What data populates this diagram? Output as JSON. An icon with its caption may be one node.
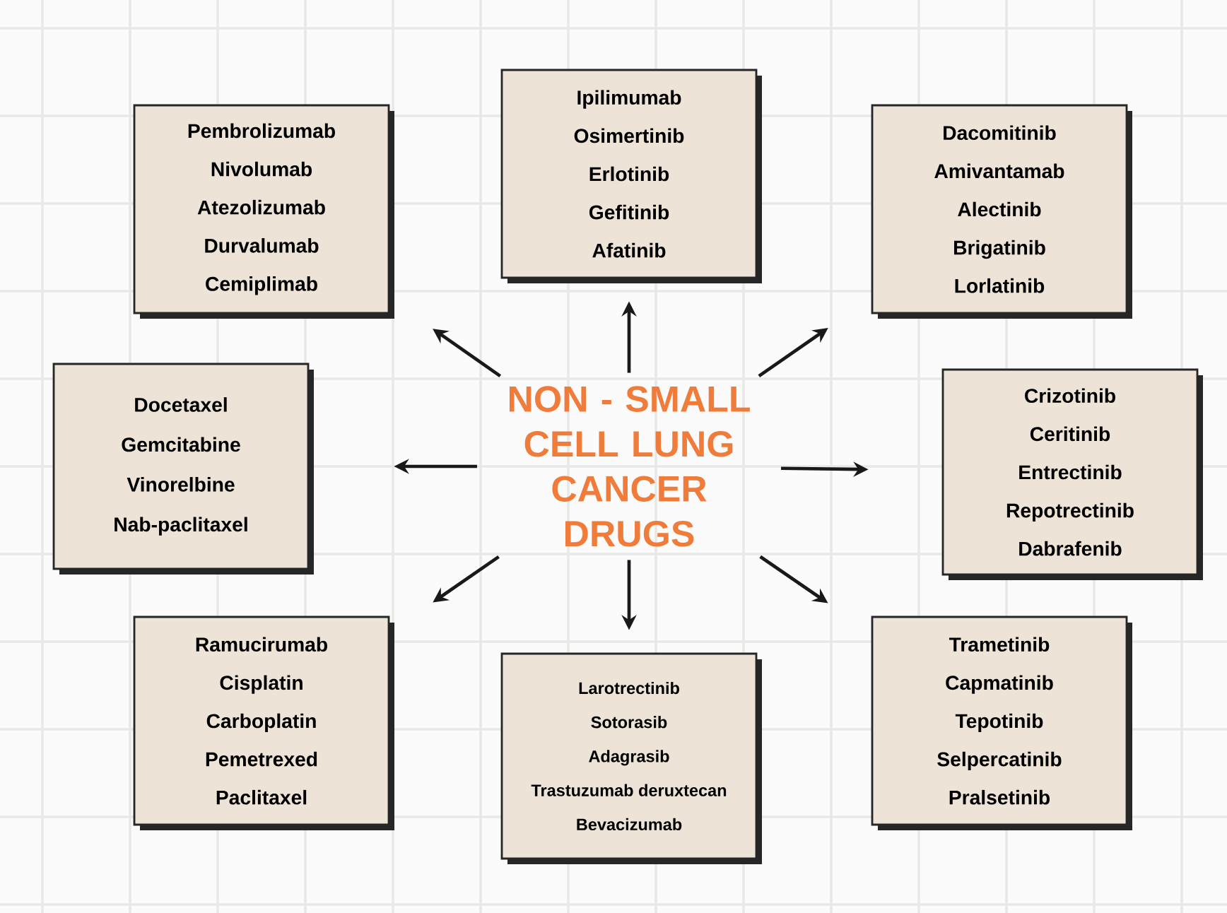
{
  "diagram": {
    "nodes": [
      {
        "text": [
          "NON - SMALL CELL LUNG CANCER DRUGS"
        ]
      },
      {
        "text": [
          "Pembrolizumab",
          "Nivolumab",
          "Atezolizumab",
          "Durvalumab",
          "Cemiplimab"
        ]
      },
      {
        "text": [
          "Ipilimumab",
          "Osimertinib",
          "Erlotinib",
          "Gefitinib",
          "Afatinib"
        ]
      },
      {
        "text": [
          "Dacomitinib",
          "Amivantamab",
          "Alectinib",
          "Brigatinib",
          "Lorlatinib"
        ]
      },
      {
        "text": [
          "Docetaxel",
          "Gemcitabine",
          "Vinorelbine",
          "Nab-paclitaxel"
        ]
      },
      {
        "text": [
          "Crizotinib",
          "Ceritinib",
          "Entrectinib",
          "Repotrectinib",
          "Dabrafenib"
        ]
      },
      {
        "text": [
          "Ramucirumab",
          "Cisplatin",
          "Carboplatin",
          "Pemetrexed",
          "Paclitaxel"
        ]
      },
      {
        "text": [
          "Larotrectinib",
          "Sotorasib",
          "Adagrasib",
          "Trastuzumab deruxtecan",
          "Bevacizumab"
        ]
      },
      {
        "text": [
          "Trametinib",
          "Capmatinib",
          "Tepotinib",
          "Selpercatinib",
          "Pralsetinib"
        ]
      }
    ],
    "edges": [
      {
        "from": 0,
        "to": 1,
        "arrow": "to"
      },
      {
        "from": 0,
        "to": 2,
        "arrow": "to"
      },
      {
        "from": 0,
        "to": 3,
        "arrow": "to"
      },
      {
        "from": 0,
        "to": 4,
        "arrow": "to"
      },
      {
        "from": 0,
        "to": 5,
        "arrow": "to"
      },
      {
        "from": 0,
        "to": 6,
        "arrow": "to"
      },
      {
        "from": 0,
        "to": 7,
        "arrow": "to"
      },
      {
        "from": 0,
        "to": 8,
        "arrow": "to"
      }
    ]
  }
}
